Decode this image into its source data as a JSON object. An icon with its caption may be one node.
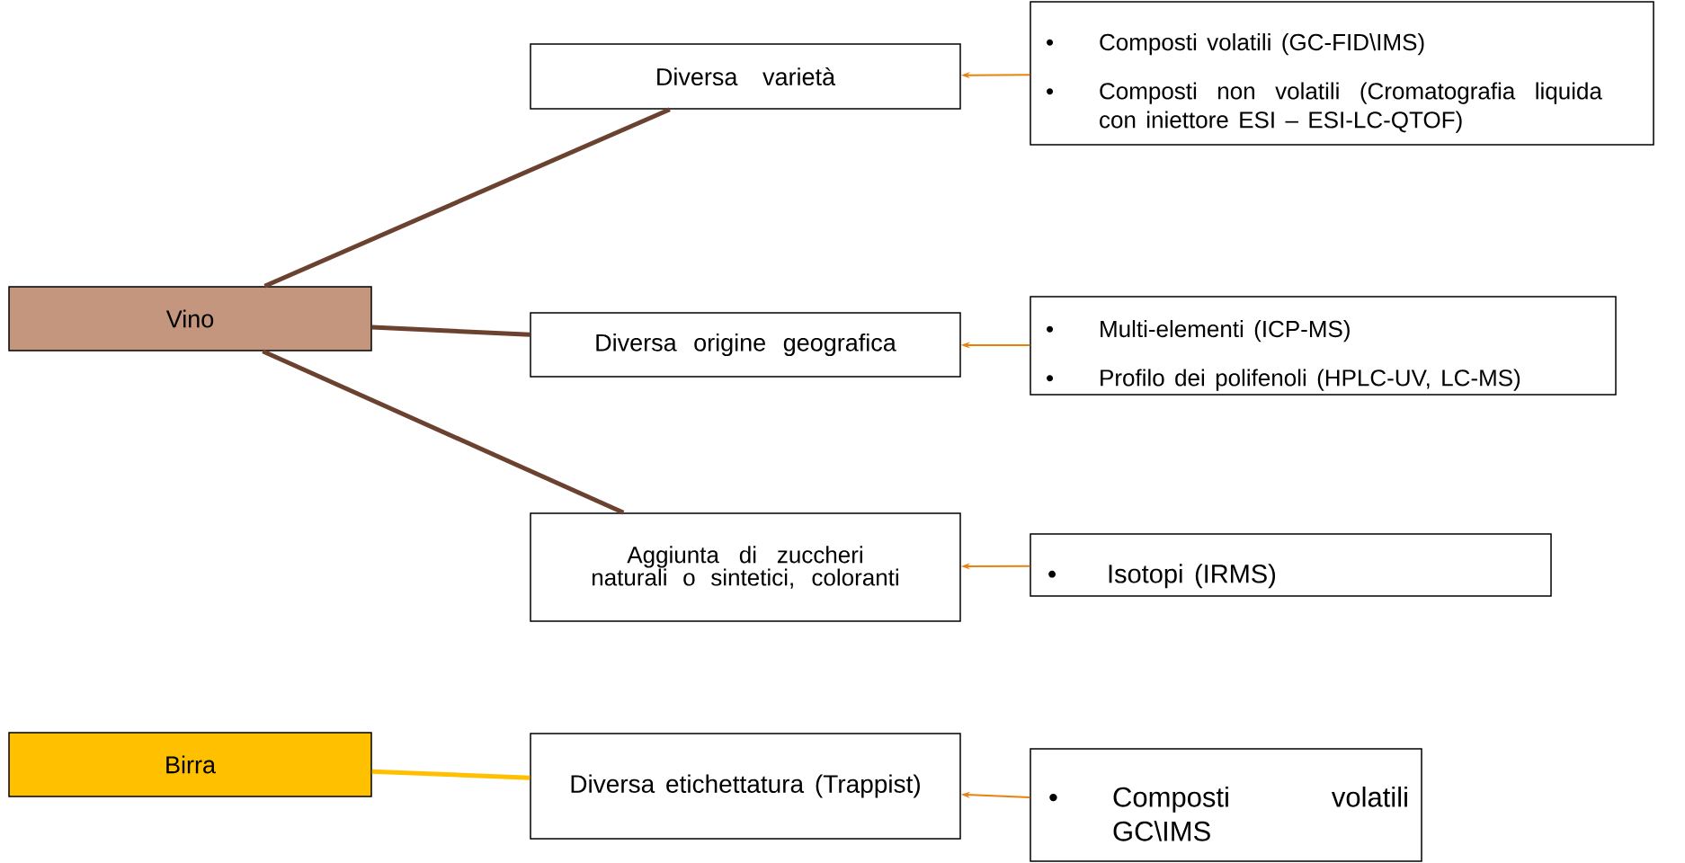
{
  "diagram": {
    "nodes": [
      {
        "text": [
          "Vino"
        ]
      },
      {
        "text": [
          "Diversa varietà"
        ]
      },
      {
        "text": [
          "Diversa origine geografica"
        ]
      },
      {
        "text": [
          "Aggiunta di zuccheri naturali o sintetici, coloranti"
        ]
      },
      {
        "text": [
          "•",
          "Composti volatili (GC-FID\\IMS)",
          "•",
          "Composti non volatili (Cromatografia liquida con iniettore ESI – ESI-LC-QTOF)"
        ]
      },
      {
        "text": [
          "•",
          "Multi-elementi (ICP-MS)",
          "•",
          "Profilo dei polifenoli (HPLC-UV, LC-MS)"
        ]
      },
      {
        "text": [
          "•",
          "Isotopi (IRMS)"
        ]
      },
      {
        "text": [
          "Birra"
        ]
      },
      {
        "text": [
          "Diversa etichettatura (Trappist)"
        ]
      },
      {
        "text": [
          "•",
          "Composti volatili GC\\IMS"
        ]
      }
    ],
    "edges": [
      {
        "from": 0,
        "to": 1,
        "arrow": "none",
        "style": "thick",
        "color": "#6b4230"
      },
      {
        "from": 0,
        "to": 2,
        "arrow": "none",
        "style": "thick",
        "color": "#6b4230"
      },
      {
        "from": 0,
        "to": 3,
        "arrow": "none",
        "style": "thick",
        "color": "#6b4230"
      },
      {
        "from": 4,
        "to": 1,
        "arrow": "to"
      },
      {
        "from": 5,
        "to": 2,
        "arrow": "to"
      },
      {
        "from": 6,
        "to": 3,
        "arrow": "to"
      },
      {
        "from": 7,
        "to": 8,
        "arrow": "none",
        "style": "thick",
        "color": "#ffc000"
      },
      {
        "from": 9,
        "to": 8,
        "arrow": "to"
      }
    ]
  }
}
